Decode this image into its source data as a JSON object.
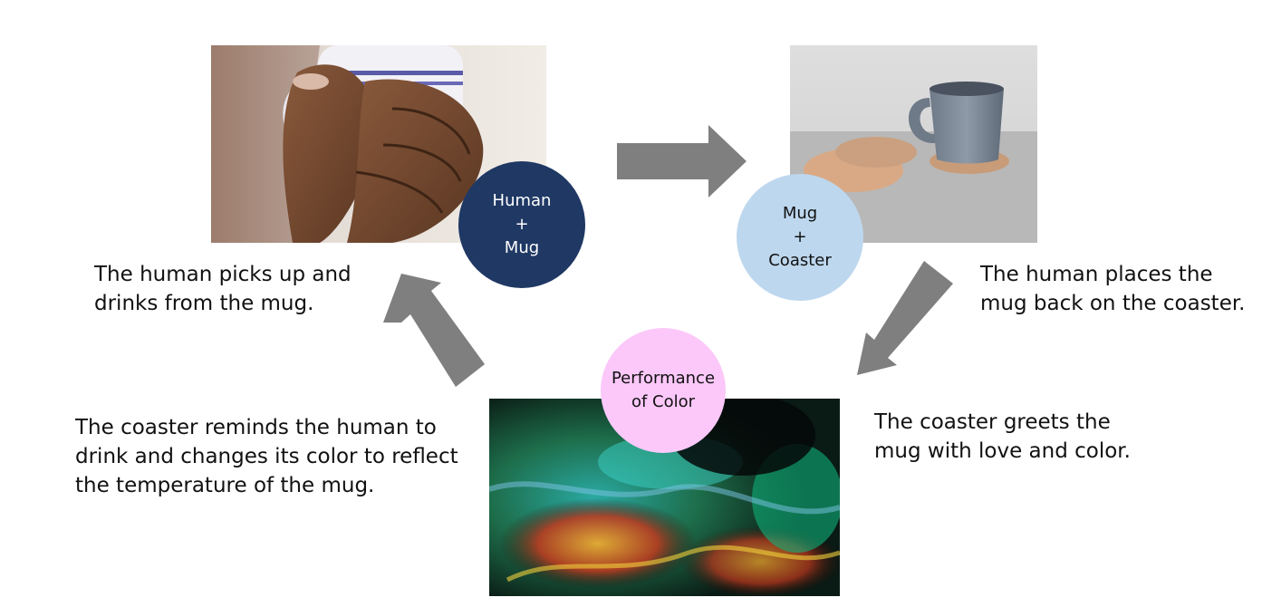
{
  "nodes": {
    "human_mug": {
      "lines": [
        "Human",
        "+",
        "Mug"
      ],
      "color": "#1f3864"
    },
    "mug_coaster": {
      "lines": [
        "Mug",
        "+",
        "Coaster"
      ],
      "color": "#bdd7ee"
    },
    "performance_color": {
      "lines": [
        "Performance",
        "of Color"
      ],
      "color": "#fbc8f9"
    }
  },
  "captions": {
    "pickup": [
      "The human picks up and",
      "drinks from the mug."
    ],
    "place": [
      "The human places the",
      "mug back on the coaster."
    ],
    "greets": [
      "The coaster greets the",
      "mug with love and color."
    ],
    "reminds": [
      "The coaster reminds the human to",
      "drink and changes its color to reflect",
      "the temperature of the mug."
    ]
  },
  "arrow_color": "#7f7f7f",
  "images": {
    "hands": "hands-holding-mug-photo",
    "mug": "mug-on-coaster-photo",
    "fractal": "colorful-fractal-photo"
  }
}
